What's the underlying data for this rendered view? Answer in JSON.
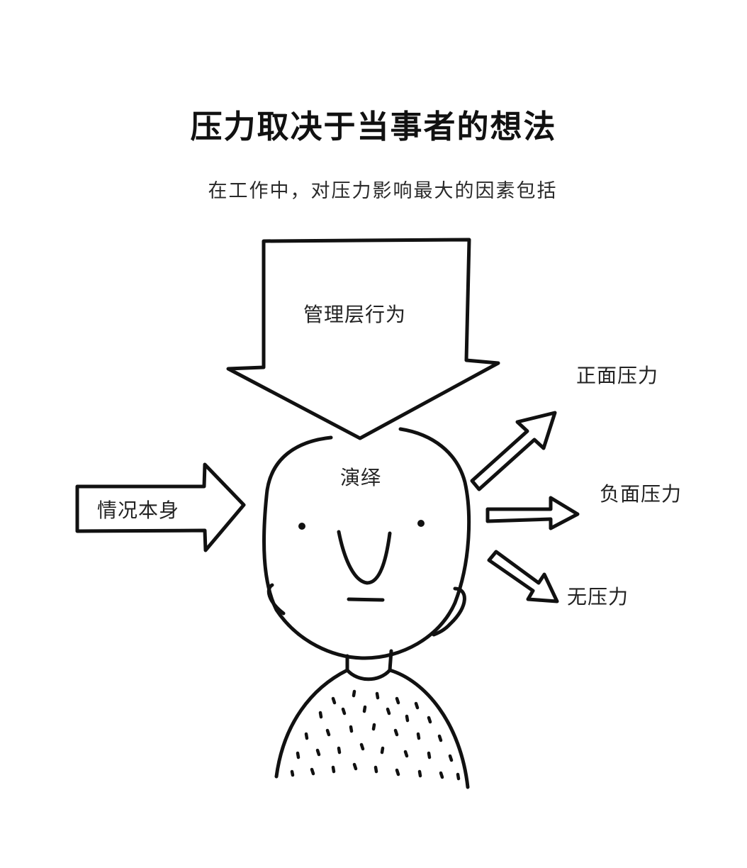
{
  "title": "压力取决于当事者的想法",
  "subtitle": "在工作中，对压力影响最大的因素包括",
  "nodes": {
    "management": "管理层行为",
    "situation": "情况本身",
    "interpretation": "演绎",
    "positive": "正面压力",
    "negative": "负面压力",
    "none": "无压力"
  },
  "colors": {
    "ink": "#111111",
    "background": "#ffffff"
  }
}
